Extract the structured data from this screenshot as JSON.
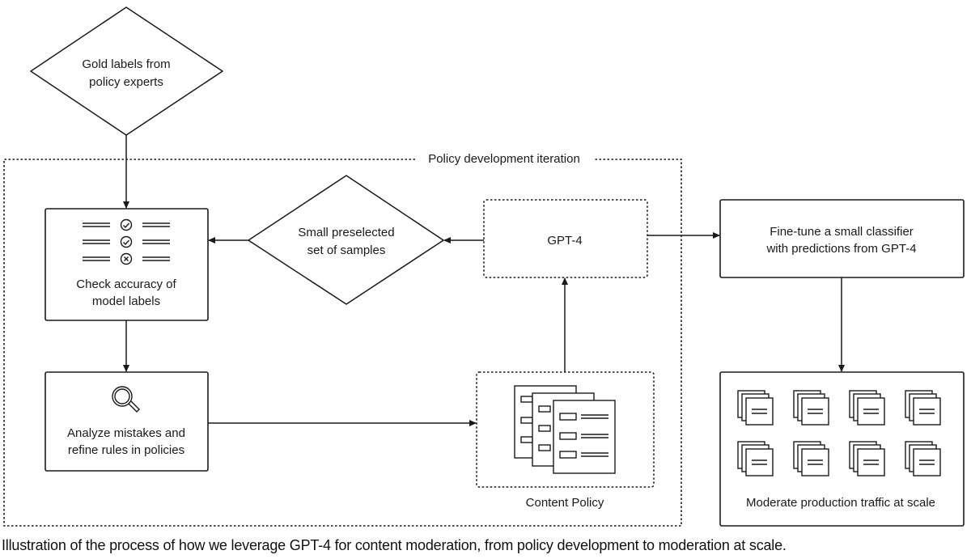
{
  "diagram": {
    "group": {
      "label": "Policy development iteration"
    },
    "nodes": {
      "gold_labels": {
        "line1": "Gold labels from",
        "line2": "policy experts",
        "shape": "diamond"
      },
      "check_accuracy": {
        "line1": "Check accuracy of",
        "line2": "model labels",
        "shape": "box",
        "icon": "checklist-icon",
        "checks": [
          "check",
          "check",
          "cross"
        ]
      },
      "samples": {
        "line1": "Small preselected",
        "line2": "set of samples",
        "shape": "diamond"
      },
      "gpt4": {
        "label": "GPT-4",
        "shape": "dashed-box"
      },
      "analyze": {
        "line1": "Analyze mistakes and",
        "line2": "refine rules in policies",
        "shape": "box",
        "icon": "magnifier-icon"
      },
      "content_policy": {
        "label": "Content Policy",
        "shape": "dashed-box",
        "icon": "documents-stack-icon"
      },
      "finetune": {
        "line1": "Fine-tune a small classifier",
        "line2": "with predictions from GPT-4",
        "shape": "box"
      },
      "moderate": {
        "label": "Moderate production traffic at scale",
        "shape": "box",
        "icon": "document-stacks-icon",
        "icon_count": 8
      }
    },
    "edges": [
      {
        "from": "gold_labels",
        "to": "check_accuracy"
      },
      {
        "from": "gpt4",
        "to": "samples"
      },
      {
        "from": "samples",
        "to": "check_accuracy"
      },
      {
        "from": "check_accuracy",
        "to": "analyze"
      },
      {
        "from": "analyze",
        "to": "content_policy"
      },
      {
        "from": "content_policy",
        "to": "gpt4"
      },
      {
        "from": "gpt4",
        "to": "finetune"
      },
      {
        "from": "finetune",
        "to": "moderate"
      }
    ]
  },
  "caption": "Illustration of the process of how we leverage GPT-4 for content moderation, from policy development to moderation at scale."
}
